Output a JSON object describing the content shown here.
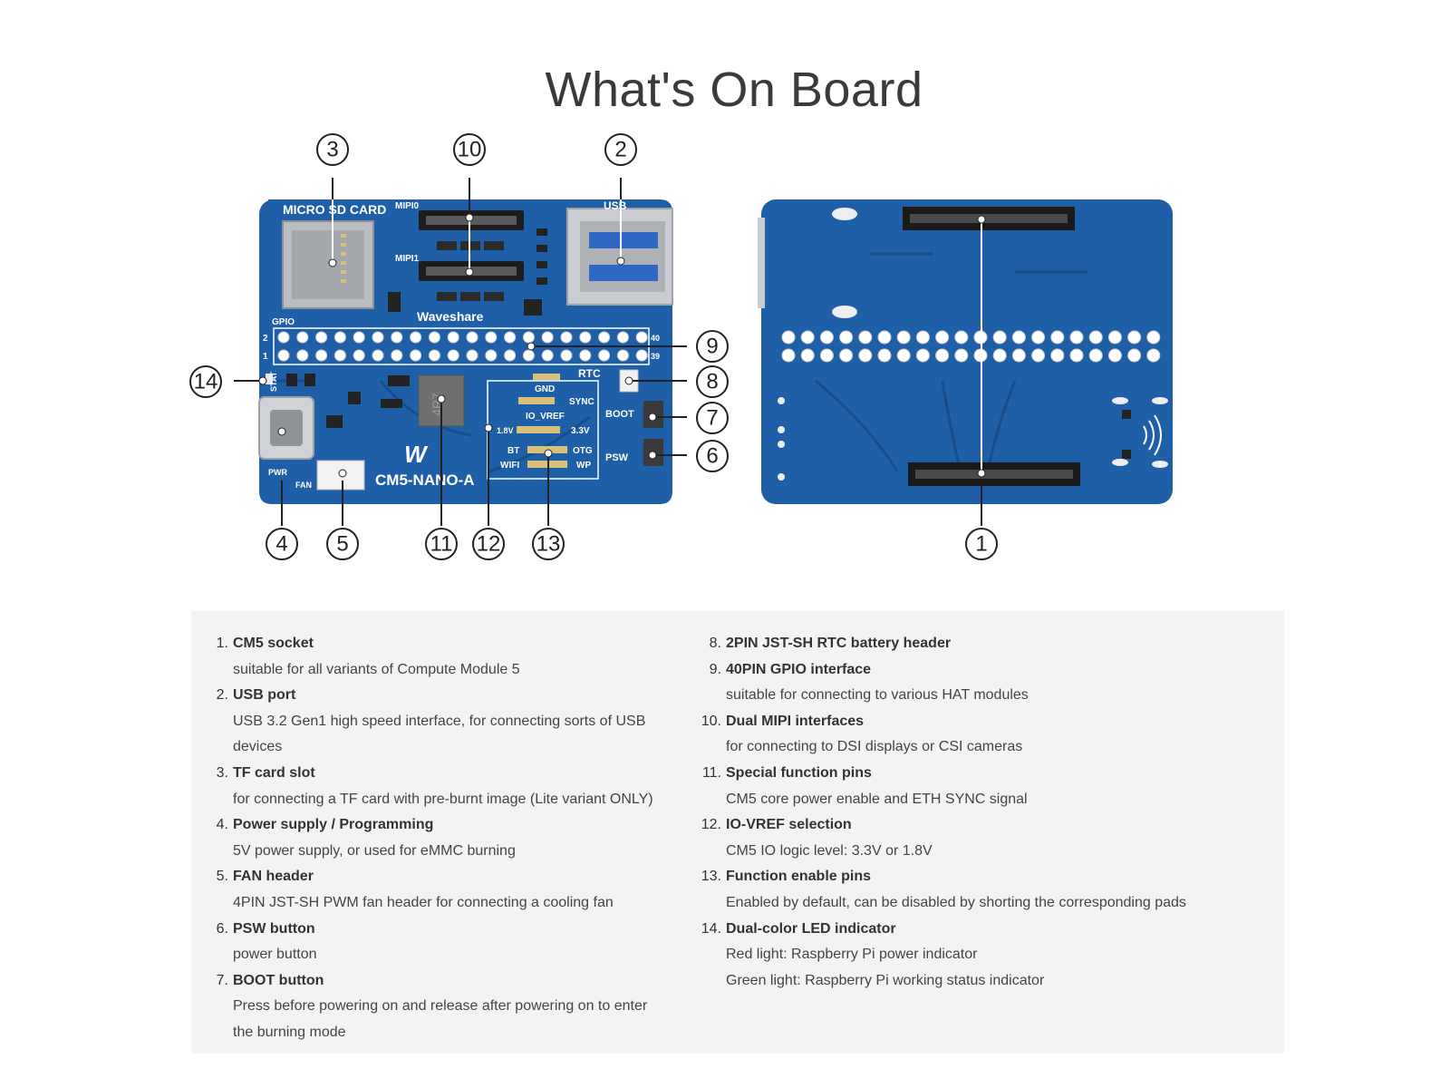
{
  "title": "What's On Board",
  "board": {
    "silkscreen": {
      "micro_sd": "MICRO SD CARD",
      "mipi0": "MIPI0",
      "mipi1": "MIPI1",
      "usb": "USB",
      "waveshare": "Waveshare",
      "gpio": "GPIO",
      "pin2": "2",
      "pin1": "1",
      "pin40": "40",
      "pin39": "39",
      "stat": "STAT",
      "rtc": "RTC",
      "boot": "BOOT",
      "psw": "PSW",
      "gnd": "GND",
      "sync": "SYNC",
      "io_vref": "IO_VREF",
      "v18": "1.8V",
      "v33": "3.3V",
      "bt": "BT",
      "otg": "OTG",
      "wifi": "WIFI",
      "wp": "WP",
      "pwr": "PWR",
      "fan": "FAN",
      "model": "CM5-NANO-A",
      "inductor": "4R7"
    },
    "colors": {
      "pcb": "#1f5fa8",
      "pcb_dark": "#184d8c",
      "silk": "#ffffff",
      "gold": "#d8c27a"
    },
    "callouts": [
      "1",
      "2",
      "3",
      "4",
      "5",
      "6",
      "7",
      "8",
      "9",
      "10",
      "11",
      "12",
      "13",
      "14"
    ]
  },
  "descriptions": {
    "left": [
      {
        "num": "1.",
        "title": "CM5 socket",
        "text": [
          "suitable for all variants of Compute Module 5"
        ]
      },
      {
        "num": "2.",
        "title": "USB port",
        "text": [
          "USB 3.2 Gen1 high speed interface, for connecting sorts of USB devices"
        ]
      },
      {
        "num": "3.",
        "title": "TF card slot",
        "text": [
          "for connecting a TF card with pre-burnt image (Lite variant ONLY)"
        ]
      },
      {
        "num": "4.",
        "title": "Power supply / Programming",
        "text": [
          "5V power supply, or used for eMMC burning"
        ]
      },
      {
        "num": "5.",
        "title": "FAN header",
        "text": [
          "4PIN JST-SH PWM fan header for connecting a cooling fan"
        ]
      },
      {
        "num": "6.",
        "title": "PSW button",
        "text": [
          "power button"
        ]
      },
      {
        "num": "7.",
        "title": "BOOT button",
        "text": [
          "Press before powering on and release after powering on to enter the burning mode"
        ]
      }
    ],
    "right": [
      {
        "num": "8.",
        "title": "2PIN JST-SH RTC battery header",
        "text": []
      },
      {
        "num": "9.",
        "title": "40PIN GPIO interface",
        "text": [
          "suitable for connecting to various HAT modules"
        ]
      },
      {
        "num": "10.",
        "title": "Dual MIPI interfaces",
        "text": [
          "for connecting to DSI displays or CSI cameras"
        ]
      },
      {
        "num": "11.",
        "title": "Special function pins",
        "text": [
          "CM5 core power enable and ETH SYNC signal"
        ]
      },
      {
        "num": "12.",
        "title": "IO-VREF selection",
        "text": [
          "CM5 IO logic level: 3.3V or 1.8V"
        ]
      },
      {
        "num": "13.",
        "title": "Function enable pins",
        "text": [
          "Enabled by default, can be disabled by shorting the corresponding pads"
        ]
      },
      {
        "num": "14.",
        "title": "Dual-color LED indicator",
        "text": [
          "Red light: Raspberry Pi power indicator",
          "Green light: Raspberry Pi working status indicator"
        ]
      }
    ]
  }
}
